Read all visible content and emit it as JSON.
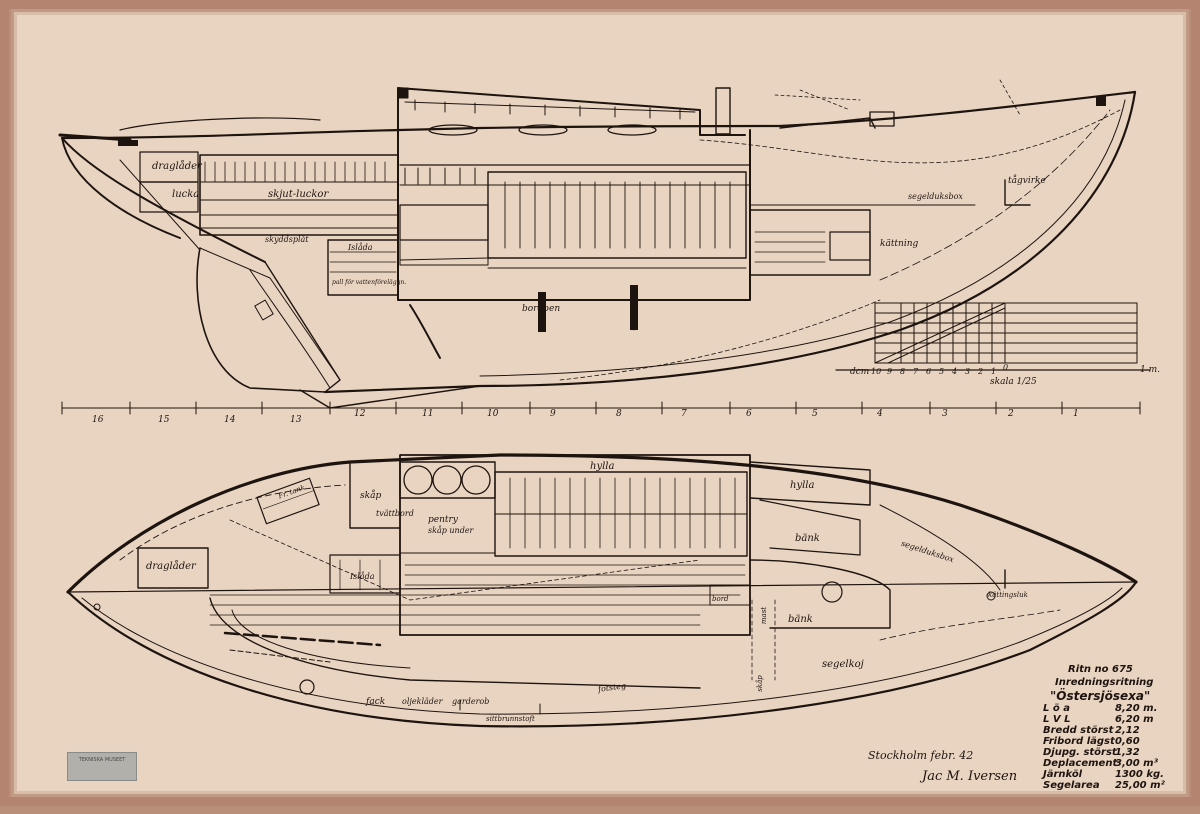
{
  "colors": {
    "paper": "#e8d2bf",
    "border": "#b98f7a",
    "ink": "#1e140f",
    "frame_shadow": "#c7a58f"
  },
  "profile_labels": {
    "draglader": "draglåder",
    "lucka": "lucka",
    "skjut_luckor": "skjut-luckor",
    "skyddsplat": "skyddsplåt",
    "isbox": "Islåda",
    "pall": "pall för vattenföreläggn.",
    "bordben": "bordben",
    "tagvirke": "tågvirke",
    "segelduksbox": "segelduksbox",
    "kattning": "kättning"
  },
  "scale": {
    "dcm_label": "dcm",
    "ticks": [
      "10",
      "9",
      "8",
      "7",
      "6",
      "5",
      "4",
      "3",
      "2",
      "1",
      "0"
    ],
    "skala": "skala 1/25",
    "one_m": "1 m."
  },
  "station_ruler": [
    "16",
    "15",
    "14",
    "13",
    "12",
    "11",
    "10",
    "9",
    "8",
    "7",
    "6",
    "5",
    "4",
    "3",
    "2",
    "1"
  ],
  "plan_labels": {
    "frtank": "Fr. tank",
    "skap": "skåp",
    "tvatt": "tvättbord",
    "hylla1": "hylla",
    "hylla2": "hylla",
    "pentry": "pentry",
    "skap_under": "skåp under",
    "draglader": "draglåder",
    "islada": "Islåda",
    "bank1": "bänk",
    "bank2": "bänk",
    "segelduksbox": "segelduksbox",
    "kattingsluk": "kättingsluk",
    "segelkoj": "segelkoj",
    "fack": "fack",
    "oljeklader": "oljekläder",
    "garderob": "garderob",
    "fotsteg": "fotsteg",
    "bord": "bord",
    "skap2": "skåp",
    "mast": "mast",
    "sittbrunn": "sittbrunnstoft"
  },
  "title_block": {
    "ritn": "Ritn no 675",
    "title": "Inredningsritning",
    "name": "\"Östersjösexa\"",
    "specs": [
      {
        "k": "L ö a",
        "v": "8,20 m."
      },
      {
        "k": "L V L",
        "v": "6,20 m"
      },
      {
        "k": "Bredd störst",
        "v": "2,12"
      },
      {
        "k": "Fribord lägst",
        "v": "0,60"
      },
      {
        "k": "Djupg. störst",
        "v": "1,32"
      },
      {
        "k": "Deplacement",
        "v": "3,00 m³"
      },
      {
        "k": "Järnköl",
        "v": "1300 kg."
      },
      {
        "k": "Segelarea",
        "v": "25,00 m²"
      }
    ],
    "place_date": "Stockholm febr. 42",
    "signature": "Jac M. Iversen"
  },
  "stamp": {
    "text": "TEKNISKA MUSEET"
  }
}
